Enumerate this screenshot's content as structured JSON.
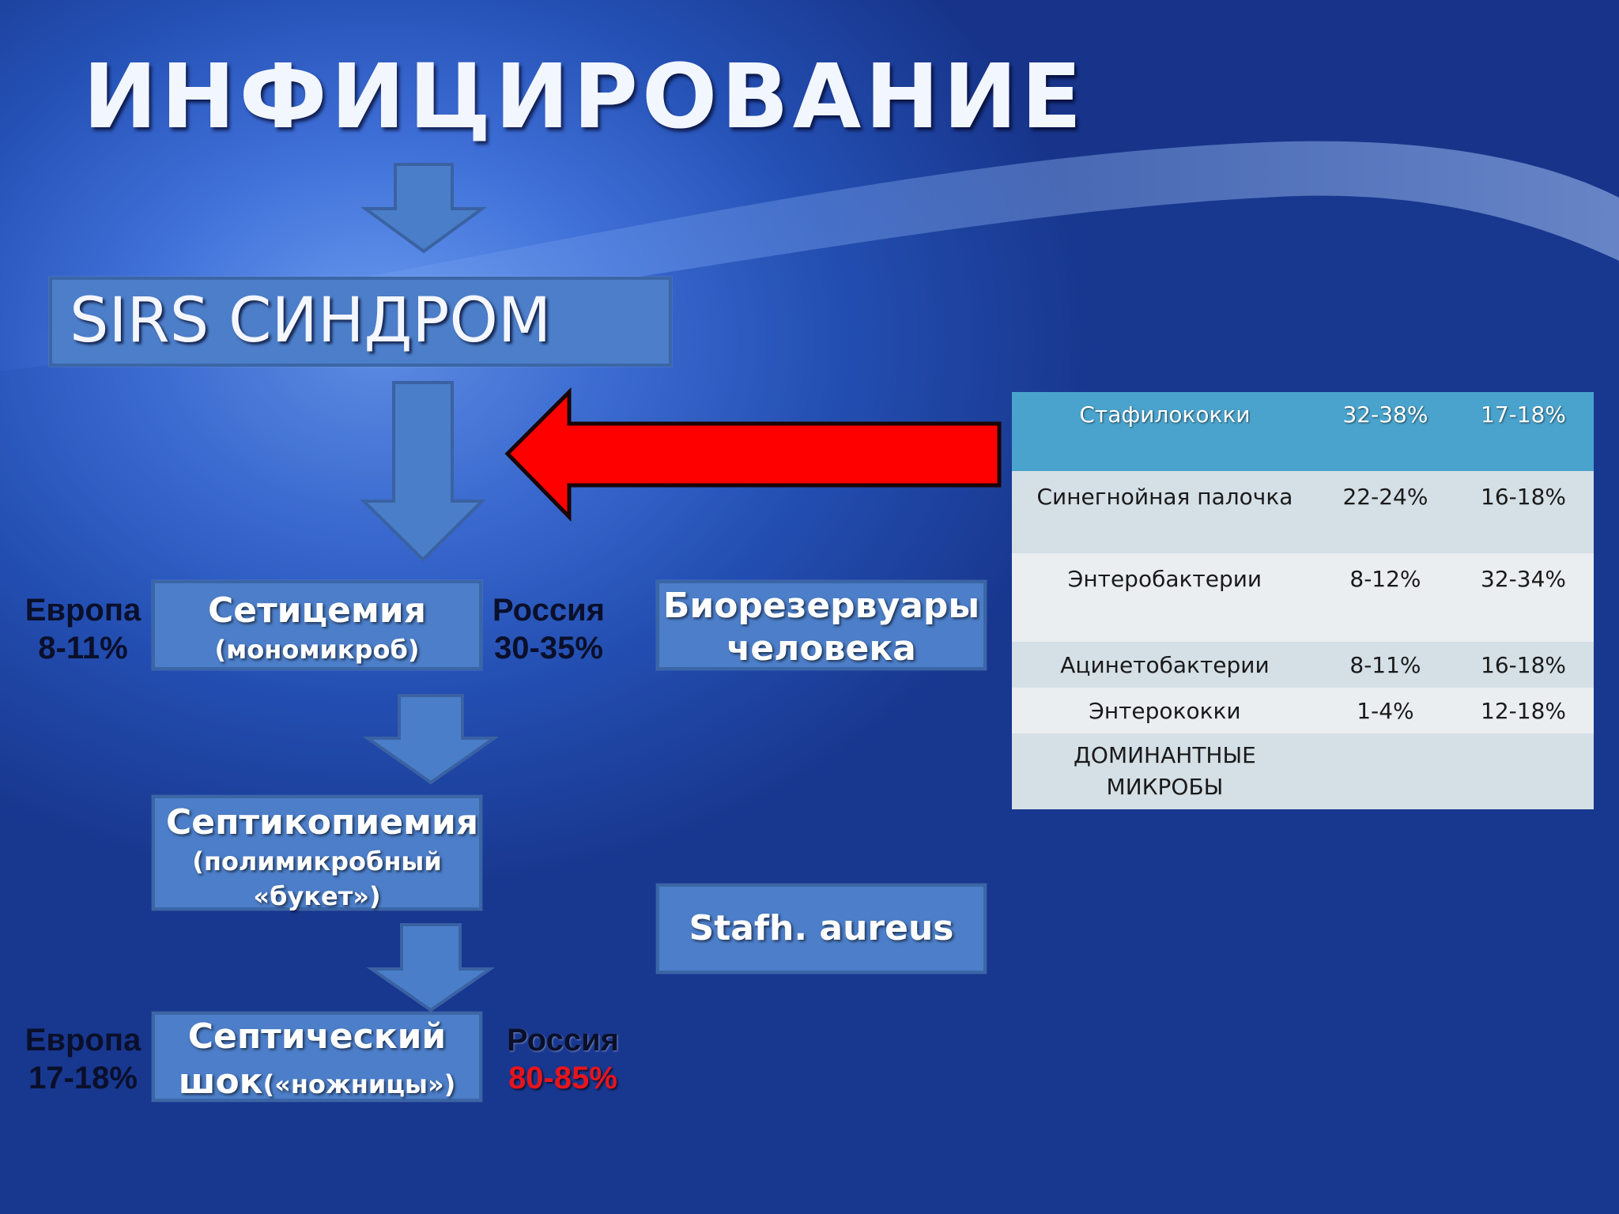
{
  "slide": {
    "title": "ИНФИЦИРОВАНИЕ",
    "sirs_label": "SIRS СИНДРОМ",
    "septicemia": {
      "main": "Сетицемия",
      "sub": "(мономикроб)"
    },
    "septicopyemia": {
      "main": "Септикопиемия",
      "sub": "(полимикробный «букет»)"
    },
    "shock": {
      "main": "Септический",
      "main2": "шок",
      "sub": "(«ножницы»)"
    },
    "bioreservoir": {
      "line1": "Биорезервуары",
      "line2": "человека"
    },
    "stafh": "Stafh. aureus",
    "europe1": {
      "label": "Европа",
      "value": "8-11%"
    },
    "russia1": {
      "label": "Россия",
      "value": "30-35%"
    },
    "europe2": {
      "label": "Европа",
      "value": "17-18%"
    },
    "russia2": {
      "label": "Россия",
      "value": "80-85%"
    }
  },
  "table": {
    "rows": [
      [
        "Стафилококки",
        "32-38%",
        "17-18%"
      ],
      [
        "Синегнойная палочка",
        "22-24%",
        "16-18%"
      ],
      [
        "Энтеробактерии",
        "8-12%",
        "32-34%"
      ],
      [
        "Ацинетобактерии",
        "8-11%",
        "16-18%"
      ],
      [
        "Энтерококки",
        "1-4%",
        "12-18%"
      ],
      [
        "ДОМИНАНТНЫЕ МИКРОБЫ",
        "",
        ""
      ]
    ]
  },
  "colors": {
    "box_fill": "#4c7ec9",
    "arrow_fill": "#4a7ec8",
    "red_arrow": "#ff0000",
    "highlight_red": "#e8141c",
    "table_header": "#4aa3cc"
  }
}
